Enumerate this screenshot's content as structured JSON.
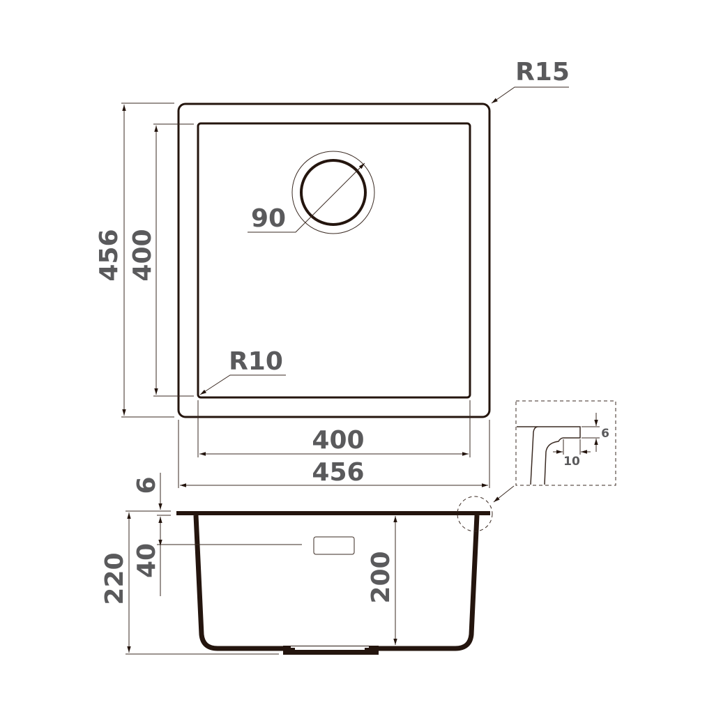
{
  "labels": {
    "corner_outer_radius": "R15",
    "corner_inner_radius": "R10",
    "drain_diameter": "90",
    "inner_height": "400",
    "outer_height": "456",
    "inner_width": "400",
    "outer_width": "456",
    "rim_thickness": "6",
    "overflow_offset": "40",
    "total_depth": "220",
    "bowl_depth": "200",
    "detail_step_height": "6",
    "detail_step_width": "10"
  },
  "colors": {
    "line": "#24150e",
    "text": "#5a5a5c"
  }
}
